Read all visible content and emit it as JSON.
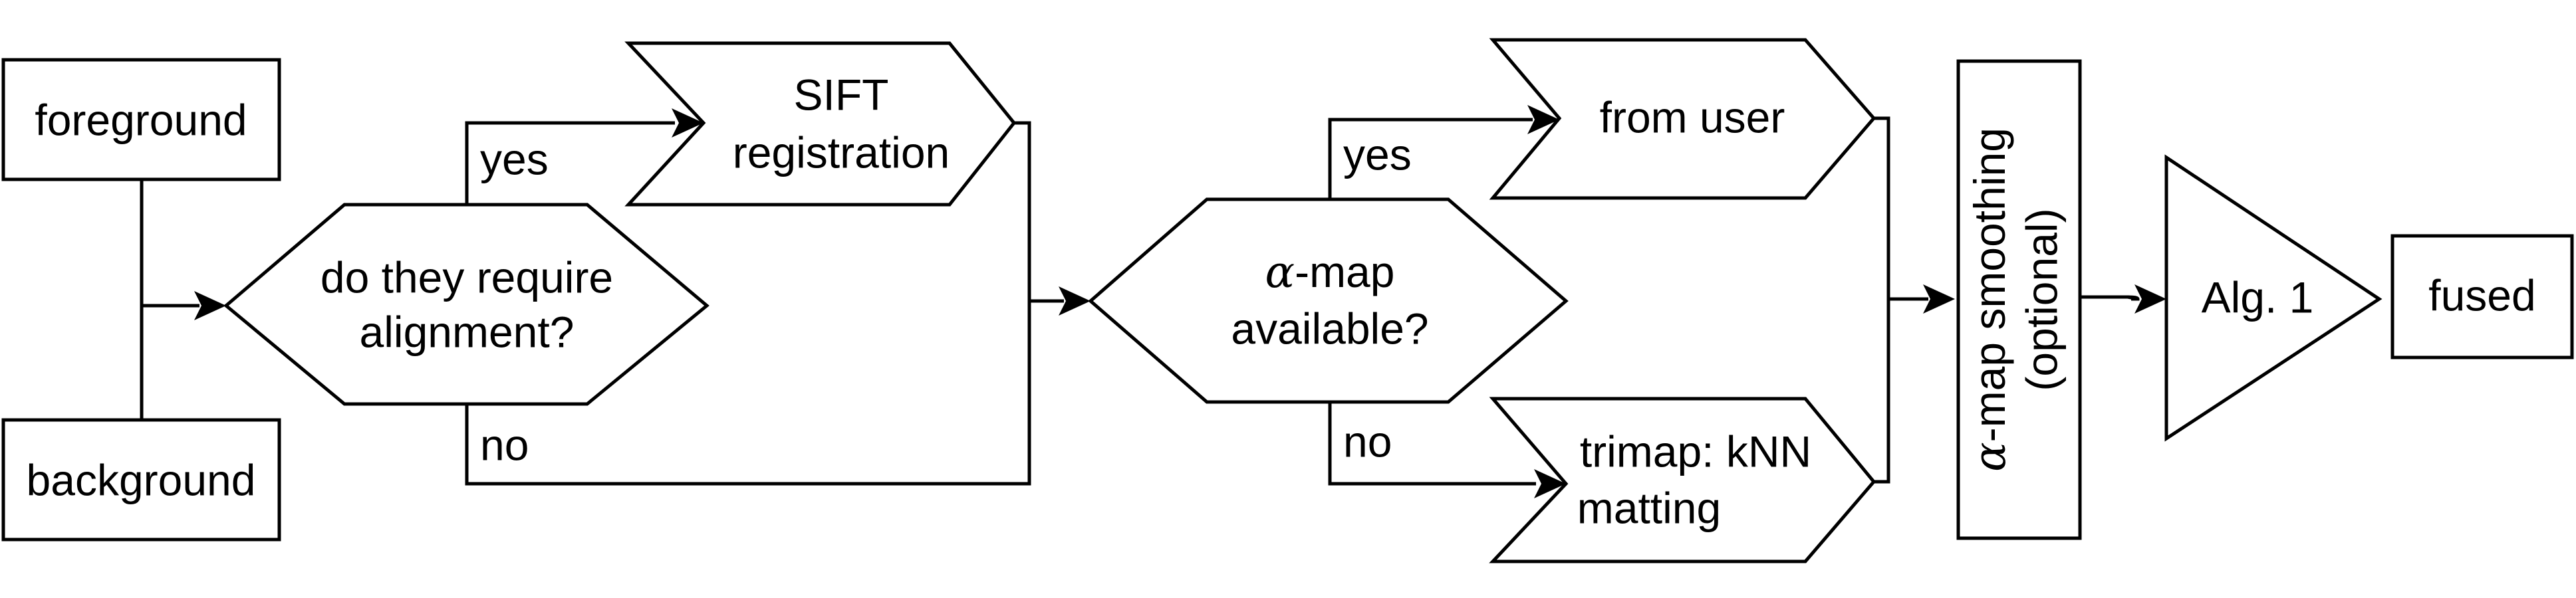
{
  "nodes": {
    "foreground": "foreground",
    "background": "background",
    "decision_alignment": [
      "do they require",
      "alignment?"
    ],
    "sift": [
      "SIFT",
      "registration"
    ],
    "decision_alpha": {
      "symbol": "α",
      "line1_rest": "-map",
      "line2": "available?"
    },
    "from_user": "from user",
    "trimap": [
      "trimap: kNN",
      "matting"
    ],
    "smoothing": {
      "symbol": "α",
      "line1_rest": "-map smoothing",
      "line2": "(optional)"
    },
    "alg1": "Alg. 1",
    "fused": "fused"
  },
  "edge_labels": {
    "yes_alignment": "yes",
    "no_alignment": "no",
    "yes_alpha": "yes",
    "no_alpha": "no"
  }
}
